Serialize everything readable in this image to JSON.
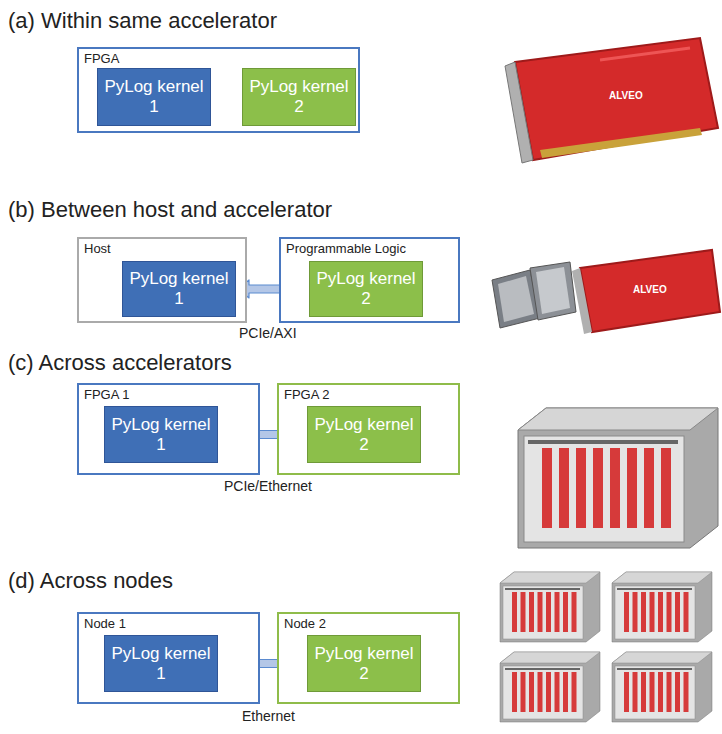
{
  "diagram": {
    "nodes": [
      {
        "text": [
          "FPGA"
        ]
      },
      {
        "text": [
          "PyLog kernel 1"
        ],
        "in": 0
      },
      {
        "text": [
          "PyLog kernel 2"
        ],
        "in": 0
      },
      {
        "text": [
          "Host"
        ]
      },
      {
        "text": [
          "PyLog kernel 1"
        ],
        "in": 3
      },
      {
        "text": [
          "Programmable Logic"
        ]
      },
      {
        "text": [
          "PyLog kernel 2"
        ],
        "in": 5
      },
      {
        "text": [
          "FPGA 1"
        ]
      },
      {
        "text": [
          "PyLog kernel 1"
        ],
        "in": 7
      },
      {
        "text": [
          "FPGA 2"
        ]
      },
      {
        "text": [
          "PyLog kernel 2"
        ],
        "in": 9
      },
      {
        "text": [
          "Node 1"
        ]
      },
      {
        "text": [
          "PyLog kernel 1"
        ],
        "in": 11
      },
      {
        "text": [
          "Node 2"
        ]
      },
      {
        "text": [
          "PyLog kernel 2"
        ],
        "in": 13
      }
    ],
    "edges": [
      {
        "from": 1,
        "to": 2,
        "arrow": "both"
      },
      {
        "from": 4,
        "to": 6,
        "arrow": "both"
      },
      {
        "from": 8,
        "to": 10,
        "arrow": "both"
      },
      {
        "from": 12,
        "to": 14,
        "arrow": "both"
      }
    ],
    "labels": [
      "(a) Within same accelerator",
      "ALVEO",
      "(b) Between host and accelerator",
      "ALVEO",
      "PCIe/AXI",
      "(c) Across accelerators",
      "PCIe/Ethernet",
      "(d) Across nodes",
      "Ethernet"
    ]
  }
}
